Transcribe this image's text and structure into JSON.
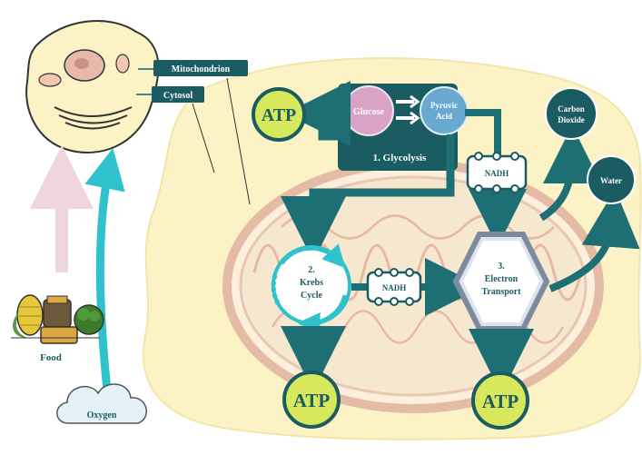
{
  "labels": {
    "mitochondrion": "Mitochondrion",
    "cytosol": "Cytosol",
    "glucose": "Glucose",
    "pyruvic_acid_line1": "Pyruvic",
    "pyruvic_acid_line2": "Acid",
    "glycolysis": "1. Glycolysis",
    "nadh_top": "NADH",
    "nadh_middle": "NADH",
    "krebs_line1": "2.",
    "krebs_line2": "Krebs",
    "krebs_line3": "Cycle",
    "electron_line1": "3.",
    "electron_line2": "Electron",
    "electron_line3": "Transport",
    "carbon_dioxide_line1": "Carbon",
    "carbon_dioxide_line2": "Dioxide",
    "water": "Water",
    "atp_top": "ATP",
    "atp_krebs": "ATP",
    "atp_electron": "ATP",
    "food": "Food",
    "oxygen": "Oxygen"
  },
  "colors": {
    "dark_teal": "#1b5b62",
    "teal_arrow": "#1e6f73",
    "cyan_arrow": "#2fc2cc",
    "pink_arrow": "#efd6dd",
    "cell_fill": "#fbf2c6",
    "atp_fill": "#d7e85c",
    "glucose_fill": "#d8a3c4",
    "pyruvic_fill": "#6aa9cf",
    "mito_membrane": "#e4bba4",
    "oxygen_fill": "#e3f2f8"
  }
}
